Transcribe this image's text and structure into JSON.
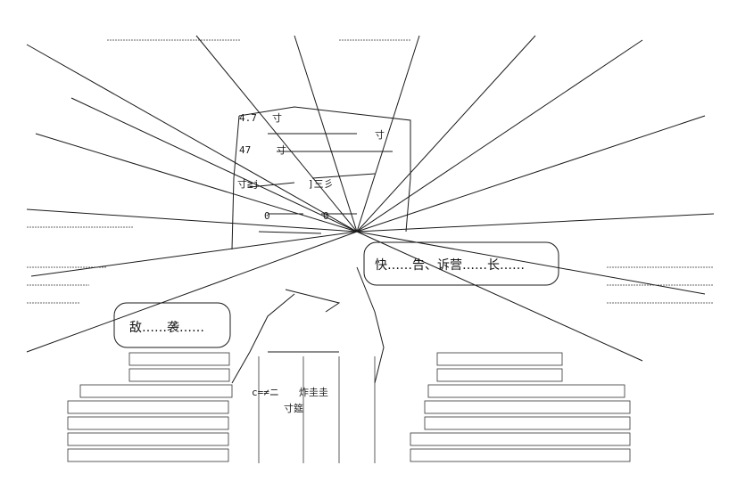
{
  "speech_bubbles": {
    "right_text": "快……告、诉营……长……",
    "left_text": "敌……袭……"
  },
  "ascii_fragments": {
    "hat_sun_1": "寸",
    "hat_sun_2": "寸",
    "hat_sun_3": "寸",
    "sign_47": "4.7",
    "sign_47b": "47",
    "face_eye_left": "寸≧j",
    "face_eye_right": "]三彡",
    "face_mouth": "0",
    "face_mouth2": "0",
    "ground_char": "寸筵",
    "ground_char2": "炸圭圭",
    "ground_char3": "c=≠ニ"
  },
  "colors": {
    "ink": "#1a1a1a",
    "paper": "#ffffff"
  }
}
